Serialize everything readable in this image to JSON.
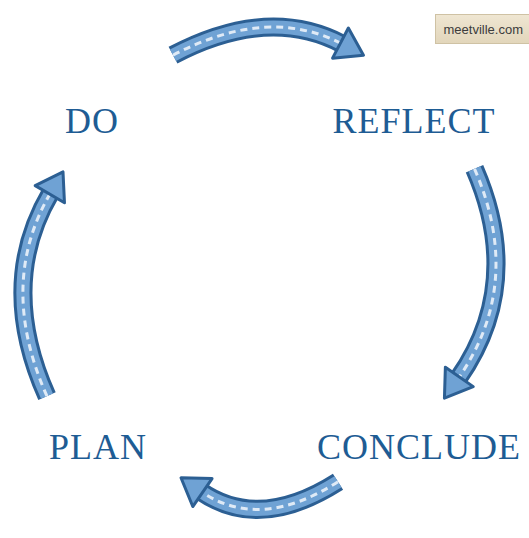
{
  "diagram": {
    "nodes": [
      {
        "text": [
          "DO"
        ]
      },
      {
        "text": [
          "REFLECT"
        ]
      },
      {
        "text": [
          "PLAN"
        ]
      },
      {
        "text": [
          "CONCLUDE"
        ]
      }
    ],
    "edges": [
      {
        "from": 0,
        "to": 1,
        "arrow": "to"
      },
      {
        "from": 1,
        "to": 3,
        "arrow": "to"
      },
      {
        "from": 3,
        "to": 2,
        "arrow": "to"
      },
      {
        "from": 2,
        "to": 0,
        "arrow": "to"
      }
    ],
    "labels": [
      "meetville.com"
    ]
  }
}
